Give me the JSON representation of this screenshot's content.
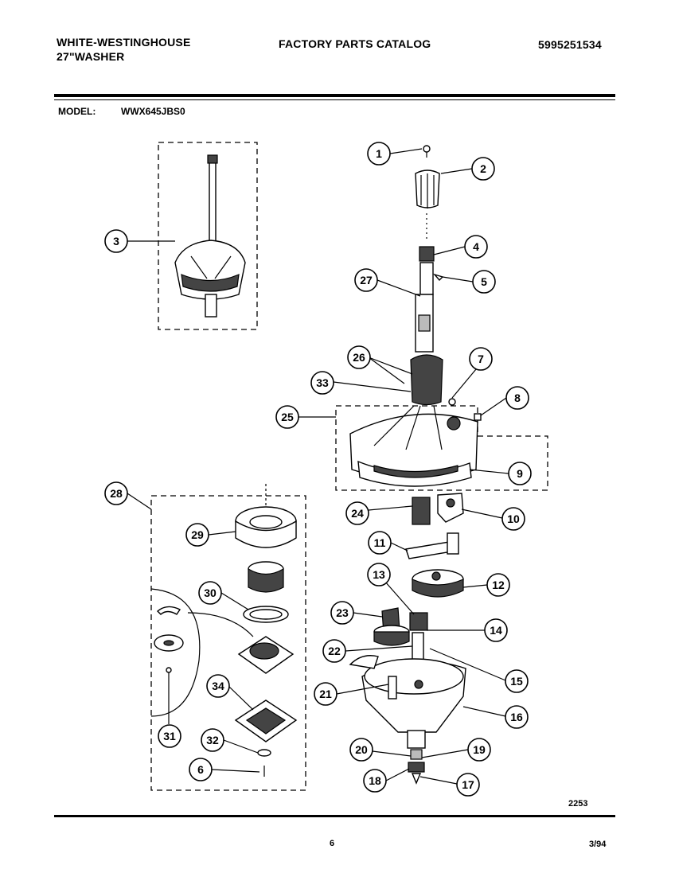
{
  "header": {
    "brand": "WHITE-WESTINGHOUSE",
    "product": "27\"WASHER",
    "catalog": "FACTORY PARTS CATALOG",
    "catalog_number": "5995251534"
  },
  "model": {
    "label": "MODEL:",
    "value": "WWX645JBS0"
  },
  "footer": {
    "figure_number": "2253",
    "page": "6",
    "date": "3/94"
  },
  "callouts": [
    "1",
    "2",
    "3",
    "4",
    "5",
    "6",
    "7",
    "8",
    "9",
    "10",
    "11",
    "12",
    "13",
    "14",
    "15",
    "16",
    "17",
    "18",
    "19",
    "20",
    "21",
    "22",
    "23",
    "24",
    "25",
    "26",
    "27",
    "28",
    "29",
    "30",
    "31",
    "32",
    "33",
    "34"
  ]
}
